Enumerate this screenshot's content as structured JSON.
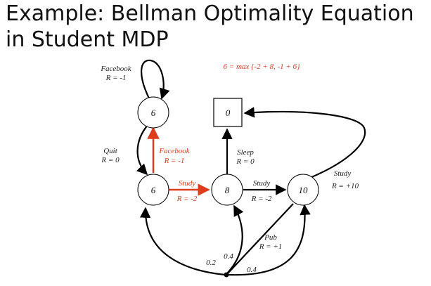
{
  "title": {
    "line1": "Example: Bellman Optimality Equation",
    "line2": "in Student MDP"
  },
  "equation": "6 = max {-2 + 8,  -1 + 6}",
  "states": {
    "facebook": "6",
    "class1": "6",
    "class2": "8",
    "class3": "10",
    "sleep": "0"
  },
  "edges": {
    "facebook_loop": {
      "action": "Facebook",
      "reward": "R = -1"
    },
    "quit": {
      "action": "Quit",
      "reward": "R = 0"
    },
    "facebook_up": {
      "action": "Facebook",
      "reward": "R = -1"
    },
    "study_1": {
      "action": "Study",
      "reward": "R = -2"
    },
    "sleep": {
      "action": "Sleep",
      "reward": "R = 0"
    },
    "study_2": {
      "action": "Study",
      "reward": "R = -2"
    },
    "study_3": {
      "action": "Study",
      "reward": "R = +10"
    },
    "pub": {
      "action": "Pub",
      "reward": "R = +1"
    }
  },
  "probabilities": {
    "to_class1": "0.2",
    "to_class2": "0.4",
    "to_class3": "0.4"
  },
  "colors": {
    "optimal": "#dd3d1c",
    "edge": "#000000",
    "equation": "#e0402a"
  }
}
